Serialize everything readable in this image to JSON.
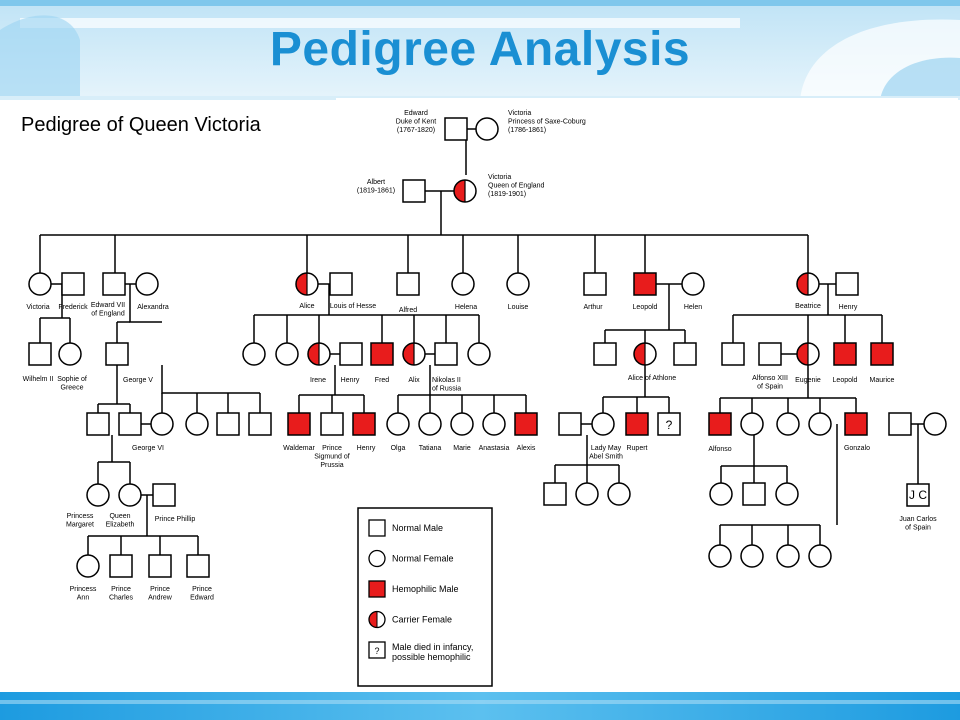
{
  "title": "Pedigree Analysis",
  "subtitle": "Pedigree of Queen Victoria",
  "colors": {
    "title": "#1a8fd3",
    "affected": "#e81c1c",
    "line": "#000000",
    "panel": "#ffffff"
  },
  "people": {
    "edward": [
      "Edward",
      "Duke of Kent",
      "(1767-1820)"
    ],
    "victoria_sc": [
      "Victoria",
      "Princess of Saxe-Coburg",
      "(1786-1861)"
    ],
    "albert": [
      "Albert",
      "(1819-1861)"
    ],
    "victoria_q": [
      "Victoria",
      "Queen of England",
      "(1819-1901)"
    ],
    "g2": {
      "victoria": "Victoria",
      "frederick": "Frederick",
      "edward7": [
        "Edward VII",
        "of England"
      ],
      "alexandra": "Alexandra",
      "alice": "Alice",
      "louis": "Louis of Hesse",
      "alfred": "Alfred",
      "helena": "Helena",
      "louise": "Louise",
      "arthur": "Arthur",
      "leopold": "Leopold",
      "helen": "Helen",
      "beatrice": "Beatrice",
      "henry": "Henry"
    },
    "g3": {
      "wilhelm": "Wilhelm II",
      "sophie": [
        "Sophie of",
        "Greece"
      ],
      "george5": "George V",
      "irene": "Irene",
      "henry": "Henry",
      "fred": "Fred",
      "alix": "Alix",
      "nicholas": [
        "Nikolas II",
        "of Russia"
      ],
      "alice_athlone": "Alice of Athlone",
      "alfonso13": [
        "Alfonso XIII",
        "of Spain"
      ],
      "eugenie": "Eugenie",
      "leopold": "Leopold",
      "maurice": "Maurice"
    },
    "g4": {
      "george6": "George VI",
      "waldemar": "Waldemar",
      "sigmund": [
        "Prince",
        "Sigmund of",
        "Prussia"
      ],
      "henry": "Henry",
      "olga": "Olga",
      "tatiana": "Tatiana",
      "marie": "Marie",
      "anastasia": "Anastasia",
      "alexis": "Alexis",
      "lady_may": [
        "Lady May",
        "Abel Smith"
      ],
      "rupert": "Rupert",
      "unknown_mark": "?",
      "alfonso": "Alfonso",
      "gonzalo": "Gonzalo"
    },
    "g5": {
      "margaret": [
        "Princess",
        "Margaret"
      ],
      "elizabeth": [
        "Queen",
        "Elizabeth"
      ],
      "philip": "Prince Phillip",
      "jc_mark": "J C",
      "juan_carlos": [
        "Juan Carlos",
        "of Spain"
      ]
    },
    "g6": {
      "anne": [
        "Princess",
        "Ann"
      ],
      "charles": [
        "Prince",
        "Charles"
      ],
      "andrew": [
        "Prince",
        "Andrew"
      ],
      "edward": [
        "Prince",
        "Edward"
      ]
    }
  },
  "legend": {
    "items": [
      {
        "label": "Normal Male"
      },
      {
        "label": "Normal Female"
      },
      {
        "label": "Hemophilic Male"
      },
      {
        "label": "Carrier Female"
      },
      {
        "label": [
          "Male died in infancy,",
          "possible hemophilic"
        ],
        "mark": "?"
      }
    ]
  }
}
